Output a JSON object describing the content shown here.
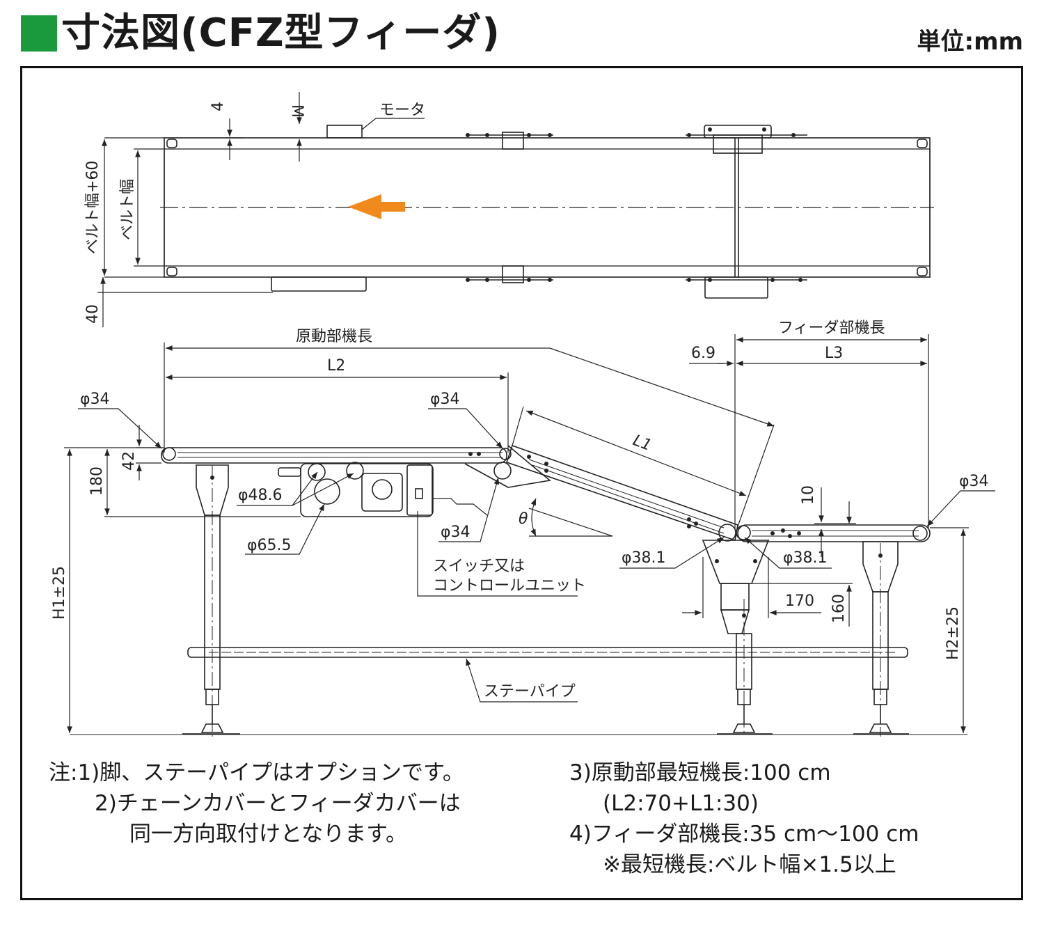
{
  "header": {
    "title": "寸法図(CFZ型フィーダ)",
    "unit": "単位:mm",
    "accent_color": "#1a9a3c"
  },
  "labels": {
    "motor": "モータ",
    "dim_4": "4",
    "dim_M": "M",
    "belt_width_plus_60": "ベルト幅+60",
    "belt_width": "ベルト幅",
    "dim_40": "40",
    "drive_length": "原動部機長",
    "L2": "L2",
    "feeder_length": "フィーダ部機長",
    "L3": "L3",
    "dim_6_9": "6.9",
    "L1": "L1",
    "phi34_a": "φ34",
    "phi34_b": "φ34",
    "phi34_c": "φ34",
    "phi34_d": "φ34",
    "dim_42": "42",
    "dim_180": "180",
    "phi48_6": "φ48.6",
    "phi65_5": "φ65.5",
    "theta": "θ",
    "switch_line1": "スイッチ又は",
    "switch_line2": "コントロールユニット",
    "phi38_1_a": "φ38.1",
    "phi38_1_b": "φ38.1",
    "dim_10": "10",
    "dim_170": "170",
    "dim_160": "160",
    "h1": "H1±25",
    "h2": "H2±25",
    "stay_pipe": "ステーパイプ"
  },
  "arrow_color": "#f08a1c",
  "notes": {
    "note1": "注:1)脚、ステーパイプはオプションです。",
    "note2": "2)チェーンカバーとフィーダカバーは",
    "note2b": "同一方向取付けとなります。",
    "note3": "3)原動部最短機長:100 cm",
    "note3b": "(L2:70+L1:30)",
    "note4": "4)フィーダ部機長:35 cm〜100 cm",
    "note4b": "※最短機長:ベルト幅×1.5以上"
  }
}
